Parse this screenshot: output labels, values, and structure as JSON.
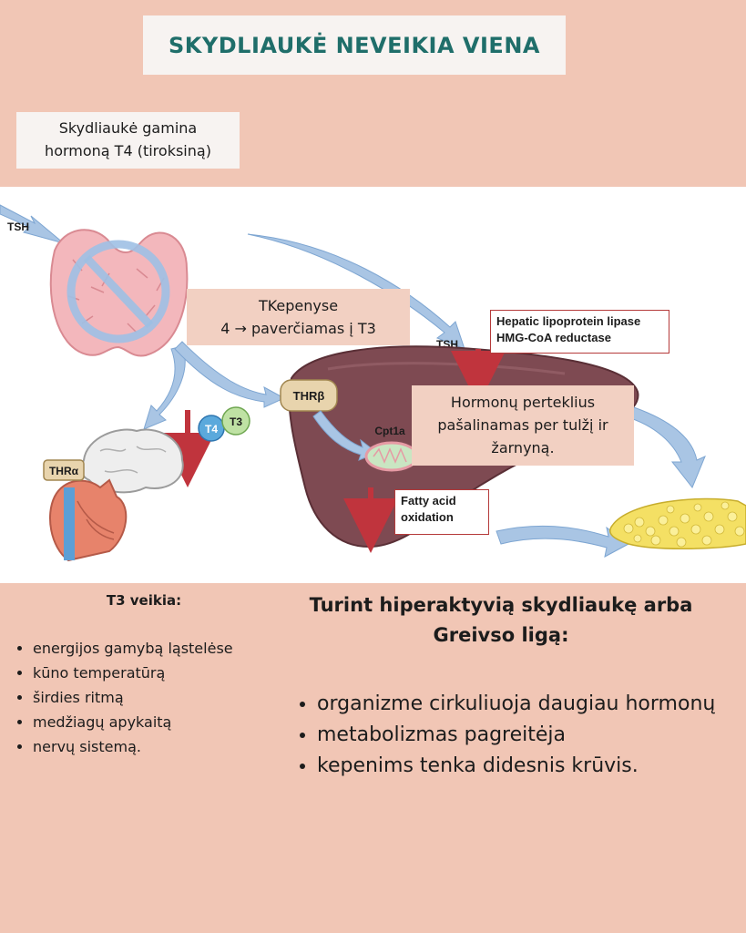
{
  "title": "SKYDLIAUKĖ NEVEIKIA VIENA",
  "intro": {
    "line1": "Skydliaukė gamina",
    "line2": "hormoną T4 (tiroksiną)"
  },
  "diagram": {
    "tsh_left": "TSH",
    "tsh_right": "TSH",
    "thr_alpha": "THRα",
    "thr_beta": "THRβ",
    "cpt1a": "Cpt1a",
    "t4": "T4",
    "t3": "T3",
    "lipase_line1": "Hepatic lipoprotein lipase",
    "lipase_line2": "HMG-CoA reductase",
    "fatty_line1": "Fatty acid",
    "fatty_line2": "oxidation",
    "liver_box_line1": "TKepenyse",
    "liver_box_line2": "4 → paverčiamas į T3",
    "excretion_line1": "Hormonų perteklius",
    "excretion_line2": "pašalinamas per tulžį ir",
    "excretion_line3": "žarnyną.",
    "colors": {
      "arrow_blue": "#a9c5e4",
      "liver": "#7e4a52",
      "thyroid": "#f3b7bc",
      "red_arrow": "#c0343d"
    }
  },
  "t3_section": {
    "heading": "T3 veikia:",
    "items": [
      "energijos gamybą ląstelėse",
      "kūno temperatūrą",
      "širdies ritmą",
      "medžiagų apykaitą",
      "nervų sistemą."
    ]
  },
  "hyper_section": {
    "heading_line1": "Turint hiperaktyvią skydliaukę arba",
    "heading_line2": "Greivso ligą:",
    "items": [
      "organizme cirkuliuoja daugiau hormonų",
      "metabolizmas pagreitėja",
      "kepenims tenka didesnis krūvis."
    ]
  }
}
